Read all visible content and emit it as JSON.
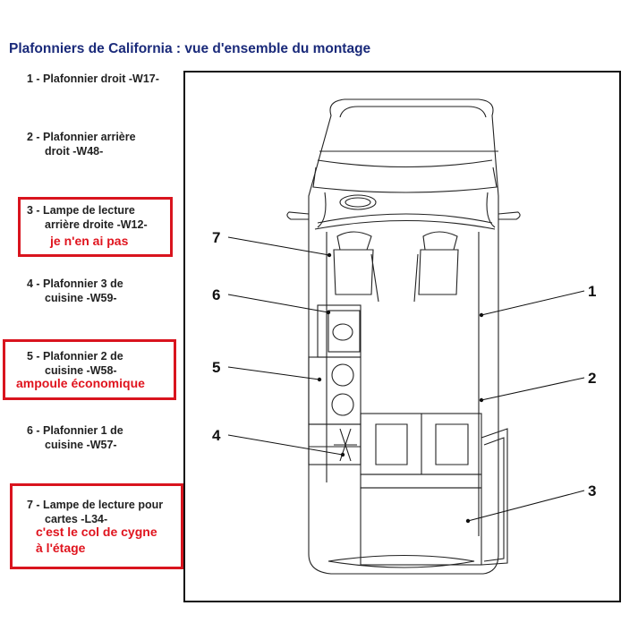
{
  "title": "Plafonniers de California : vue d'ensemble du montage",
  "items": [
    {
      "num": "1",
      "line1": "1 - Plafonnier droit -W17-",
      "line2": "",
      "note": "",
      "highlighted": false
    },
    {
      "num": "2",
      "line1": "2 - Plafonnier arrière",
      "line2": "droit -W48-",
      "note": "",
      "highlighted": false
    },
    {
      "num": "3",
      "line1": "3 - Lampe de lecture",
      "line2": "arrière droite -W12-",
      "note": "je n'en ai pas",
      "highlighted": true
    },
    {
      "num": "4",
      "line1": "4 - Plafonnier 3 de",
      "line2": "cuisine -W59-",
      "note": "",
      "highlighted": false
    },
    {
      "num": "5",
      "line1": "5 - Plafonnier 2 de",
      "line2": "cuisine -W58-",
      "note": "ampoule économique",
      "highlighted": true
    },
    {
      "num": "6",
      "line1": "6 - Plafonnier 1 de",
      "line2": "cuisine -W57-",
      "note": "",
      "highlighted": false
    },
    {
      "num": "7",
      "line1": "7 - Lampe de lecture pour",
      "line2": "cartes -L34-",
      "note": "c'est le col de cygne",
      "note2": "à l'étage",
      "highlighted": true
    }
  ],
  "callouts": [
    "7",
    "6",
    "5",
    "4",
    "1",
    "2",
    "3"
  ],
  "colors": {
    "title": "#1a2a7a",
    "note": "#e0141e",
    "box": "#d9141e"
  }
}
